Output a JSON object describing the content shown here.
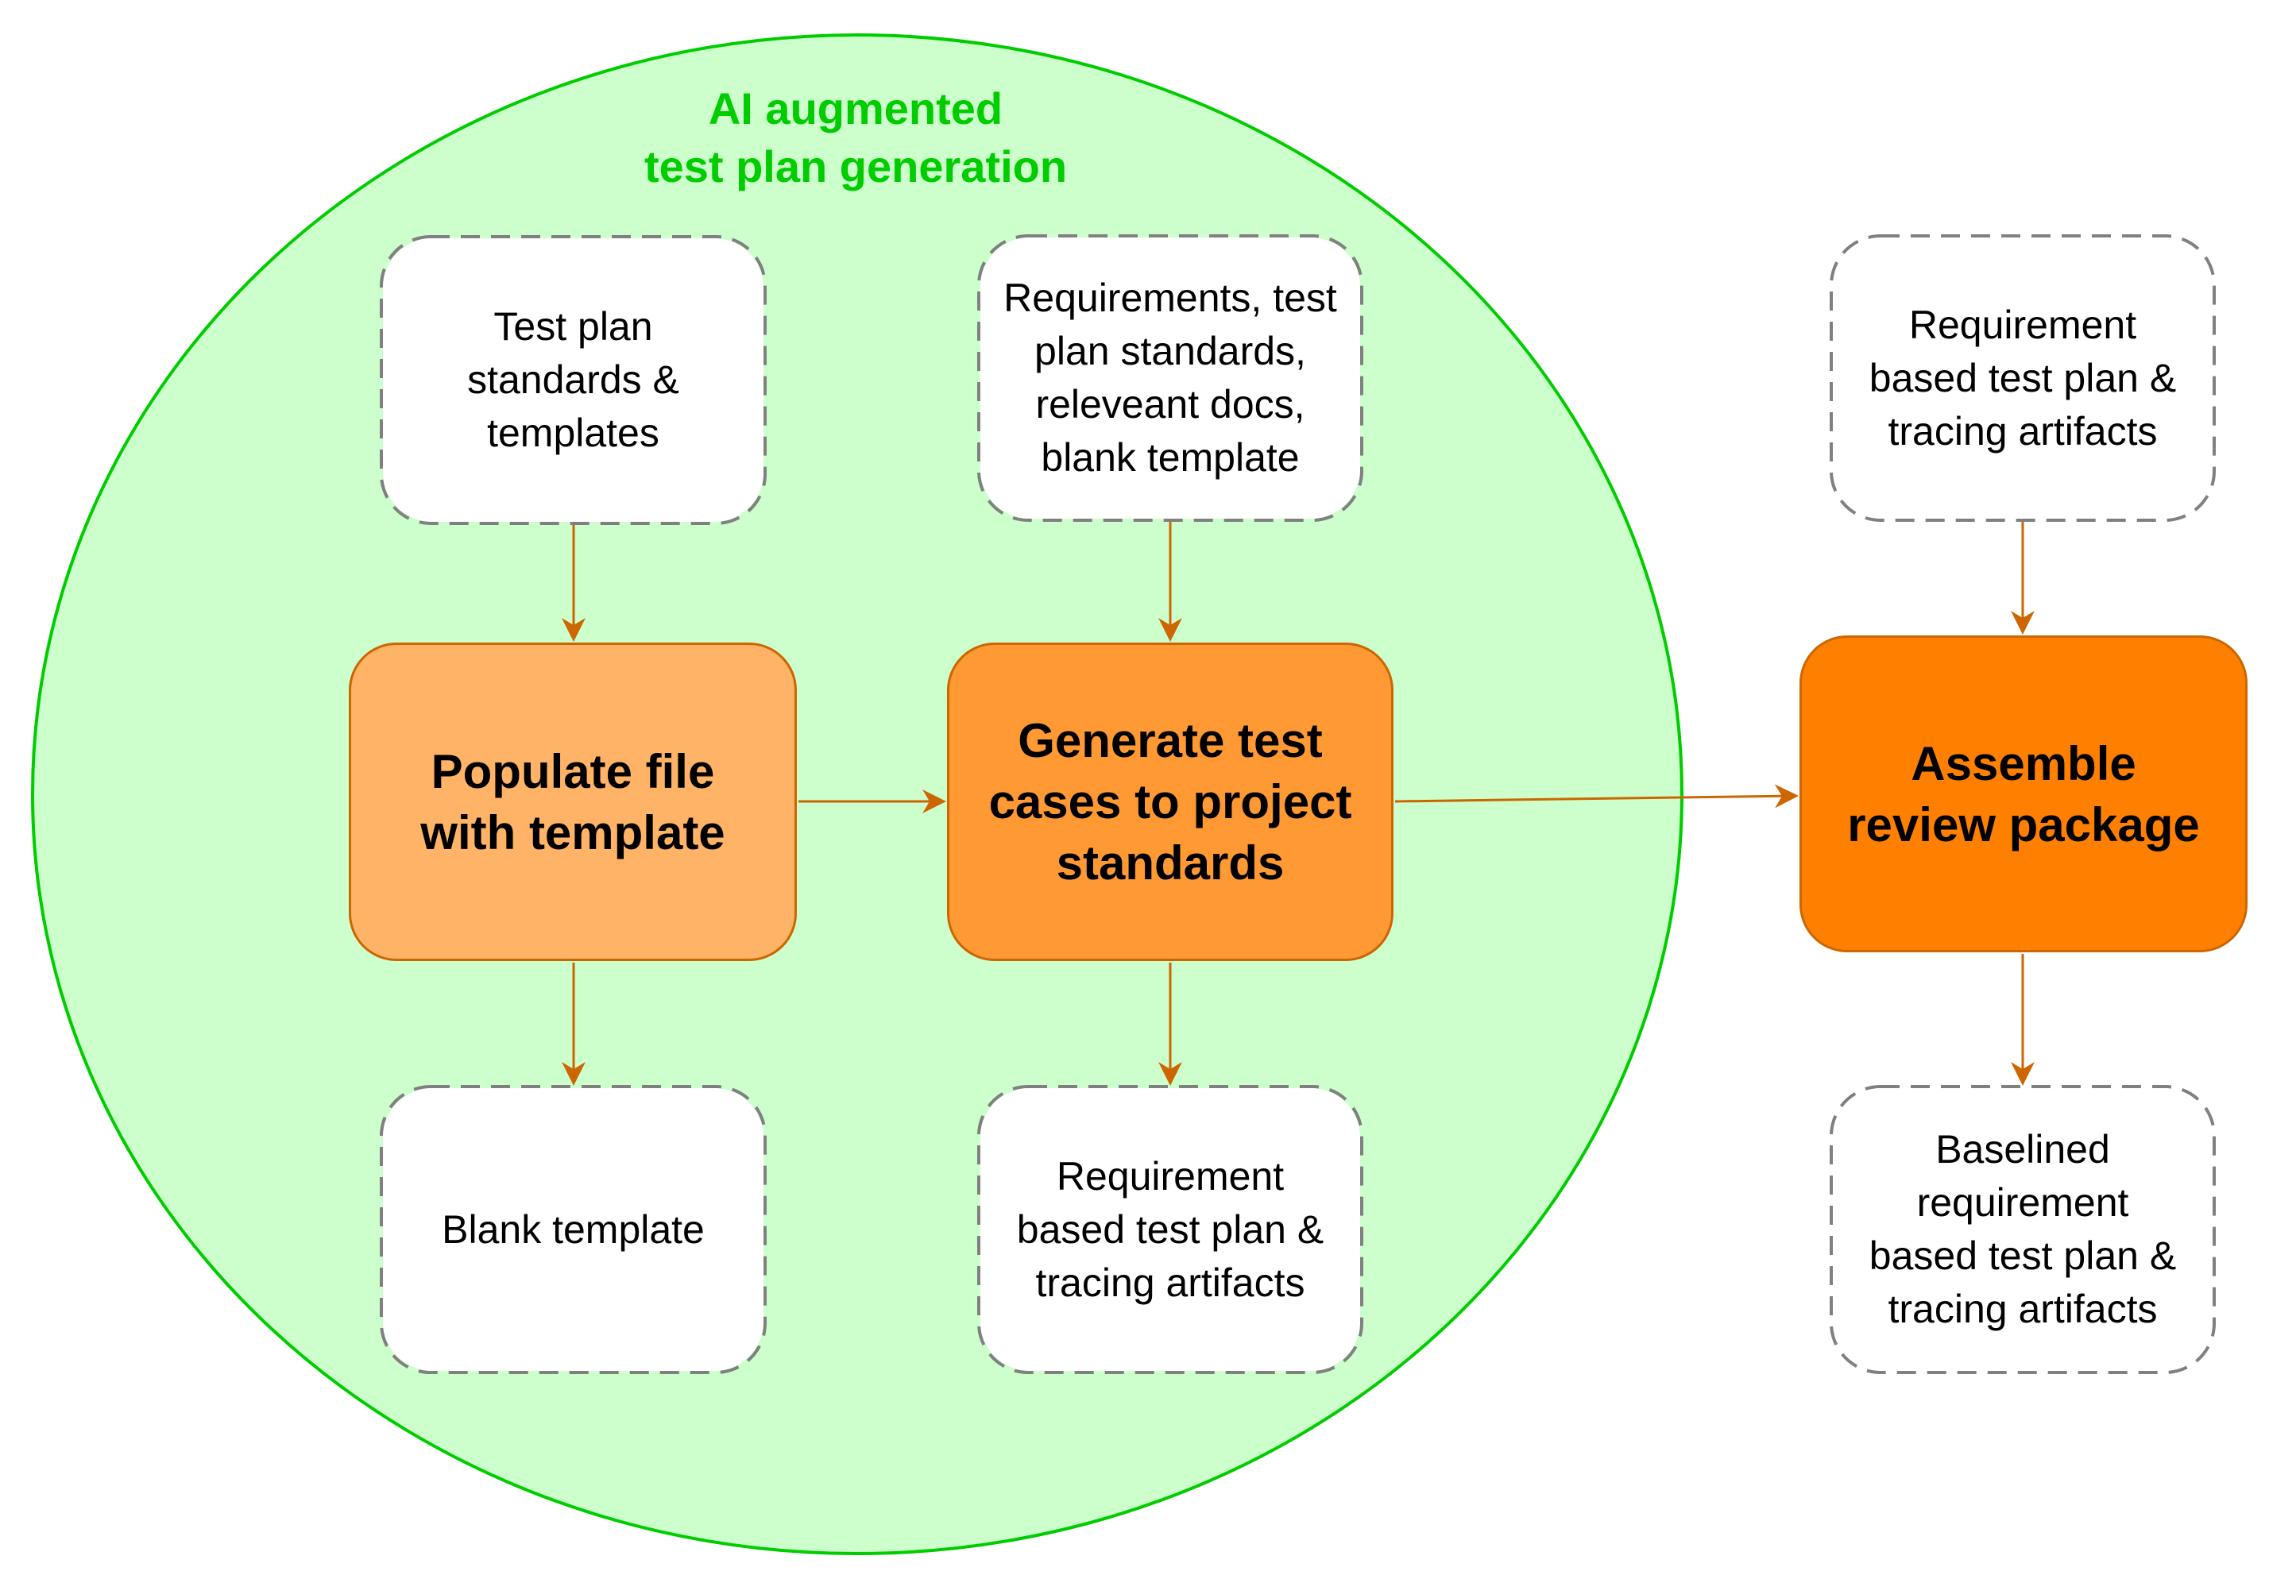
{
  "diagram": {
    "group": {
      "title": "AI augmented\ntest plan generation",
      "fill": "#CCFFCC",
      "stroke": "#00CC00"
    },
    "colors": {
      "arrow": "#CC6600",
      "doc_border": "#808080",
      "populate_fill": "#FFB366",
      "generate_fill": "#FF9933",
      "assemble_fill": "#FF8000"
    },
    "inputs": {
      "standards_templates": "Test plan\nstandards &\ntemplates",
      "requirements_docs": "Requirements, test\nplan standards,\nreleveant docs,\nblank  template",
      "review_input": "Requirement\nbased  test plan &\ntracing artifacts"
    },
    "processes": {
      "populate": "Populate file\nwith template",
      "generate": "Generate test\ncases to project\nstandards",
      "assemble": "Assemble\nreview package"
    },
    "outputs": {
      "blank_template": "Blank template",
      "test_plan_artifacts": "Requirement\nbased  test plan &\ntracing artifacts",
      "baselined": "Baselined\nrequirement\nbased  test plan &\ntracing artifacts"
    },
    "edges": [
      {
        "from": "standards_templates",
        "to": "populate"
      },
      {
        "from": "requirements_docs",
        "to": "generate"
      },
      {
        "from": "review_input",
        "to": "assemble"
      },
      {
        "from": "populate",
        "to": "blank_template"
      },
      {
        "from": "generate",
        "to": "test_plan_artifacts"
      },
      {
        "from": "assemble",
        "to": "baselined"
      },
      {
        "from": "populate",
        "to": "generate"
      },
      {
        "from": "generate",
        "to": "assemble"
      }
    ]
  }
}
